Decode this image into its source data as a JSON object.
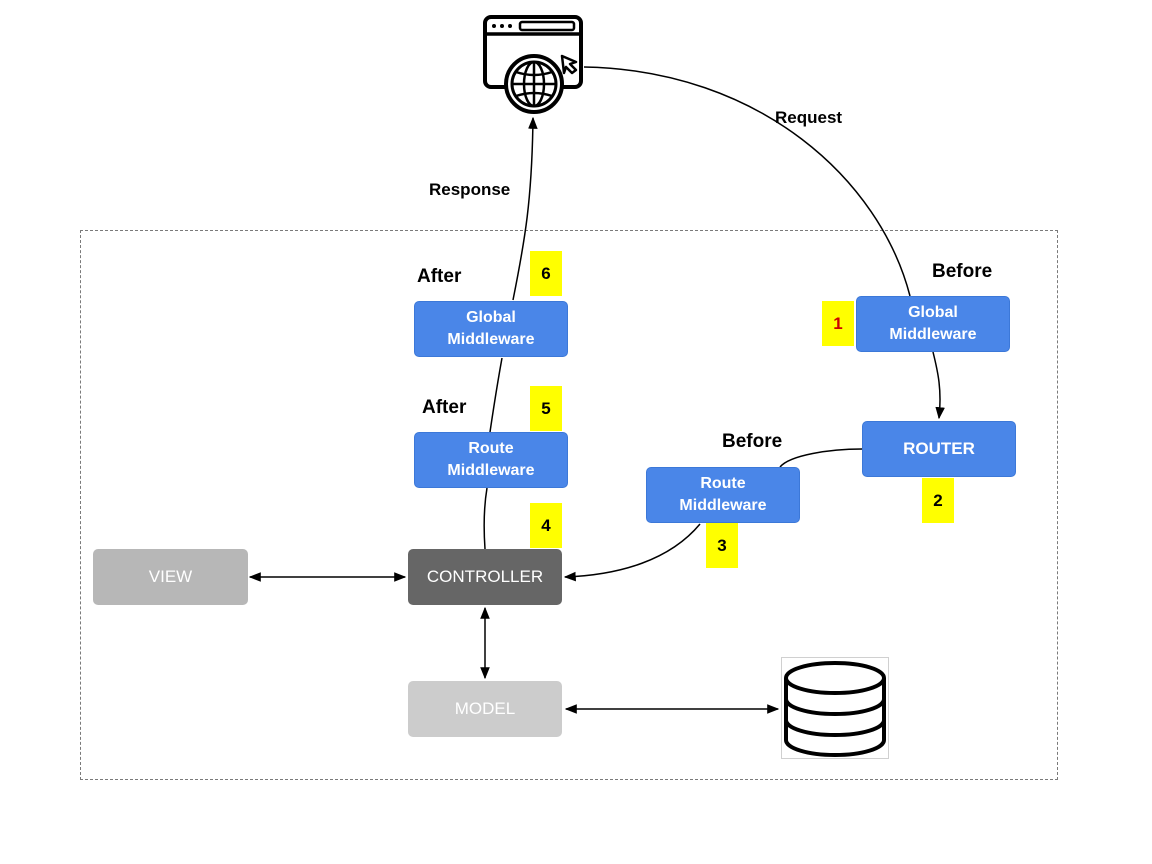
{
  "edge_labels": {
    "request": "Request",
    "response": "Response"
  },
  "phase_labels": {
    "before_global": "Before",
    "before_route": "Before",
    "after_global": "After",
    "after_route": "After"
  },
  "nodes": {
    "global_middleware_before": "Global\nMiddleware",
    "router": "ROUTER",
    "route_middleware_before": "Route\nMiddleware",
    "controller": "CONTROLLER",
    "view": "VIEW",
    "model": "MODEL",
    "route_middleware_after": "Route\nMiddleware",
    "global_middleware_after": "Global\nMiddleware"
  },
  "steps": {
    "s1": "1",
    "s2": "2",
    "s3": "3",
    "s4": "4",
    "s5": "5",
    "s6": "6"
  },
  "colors": {
    "middleware": "#4a86e8",
    "controller": "#666666",
    "view": "#b7b7b7",
    "model": "#cccccc",
    "step_badge": "#ffff00",
    "step_one_text": "#cc0000"
  },
  "icons": {
    "client": "browser-globe-icon",
    "storage": "database-icon"
  }
}
